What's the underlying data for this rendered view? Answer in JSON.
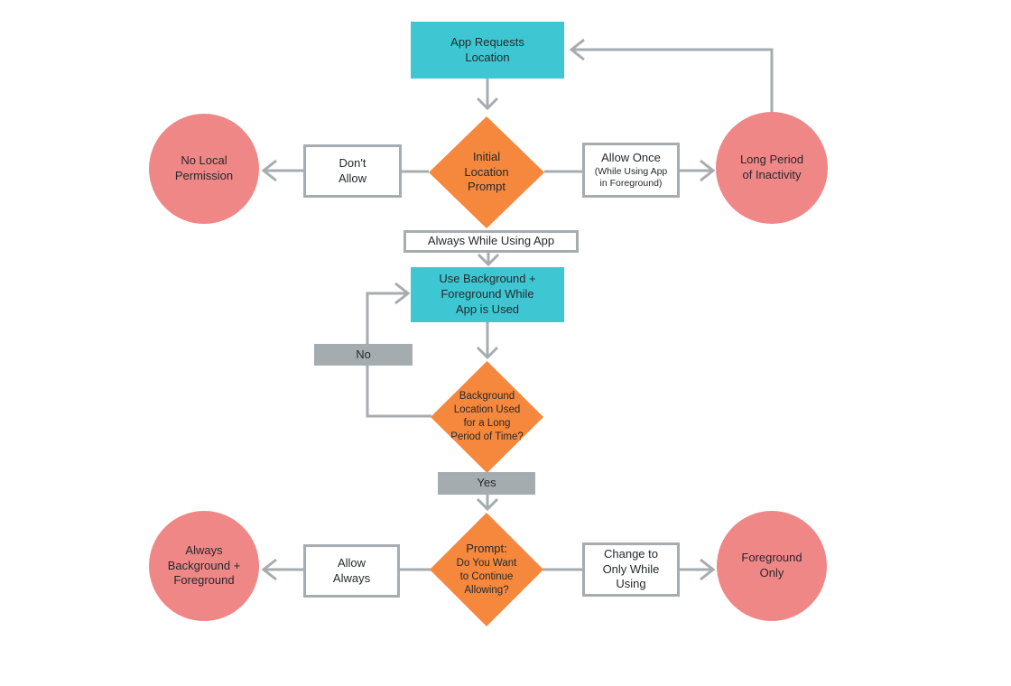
{
  "diagram": {
    "colors": {
      "teal": "#3EC7D3",
      "orange": "#F6883D",
      "pink": "#EF8787",
      "gray-line": "#A7ACB0",
      "gray-box": "#A5ACB0",
      "text": "#26292C",
      "bg": "#FFFFFF"
    },
    "nodes": {
      "app_requests": {
        "label": "App Requests\nLocation"
      },
      "initial_prompt": {
        "label": "Initial\nLocation\nPrompt"
      },
      "dont_allow": {
        "label": "Don't\nAllow"
      },
      "no_local_permission": {
        "label": "No Local\nPermission"
      },
      "allow_once": {
        "label": "Allow Once",
        "sublabel": "(While Using App\nin Foreground)"
      },
      "long_period_inactivity": {
        "label": "Long Period\nof Inactivity"
      },
      "always_while_using": {
        "label": "Always While Using App"
      },
      "use_background": {
        "label": "Use Background +\nForeground While\nApp is Used"
      },
      "no_label": {
        "label": "No"
      },
      "background_long_time": {
        "label": "Background\nLocation Used\nfor a Long\nPeriod of Time?"
      },
      "yes_label": {
        "label": "Yes"
      },
      "continue_prompt": {
        "label": "Prompt:",
        "sublabel": "Do You Want\nto Continue\nAllowing?"
      },
      "allow_always": {
        "label": "Allow\nAlways"
      },
      "always_background_foreground": {
        "label": "Always\nBackground +\nForeground"
      },
      "change_to_only_while": {
        "label": "Change to\nOnly While\nUsing"
      },
      "foreground_only": {
        "label": "Foreground\nOnly"
      }
    }
  }
}
